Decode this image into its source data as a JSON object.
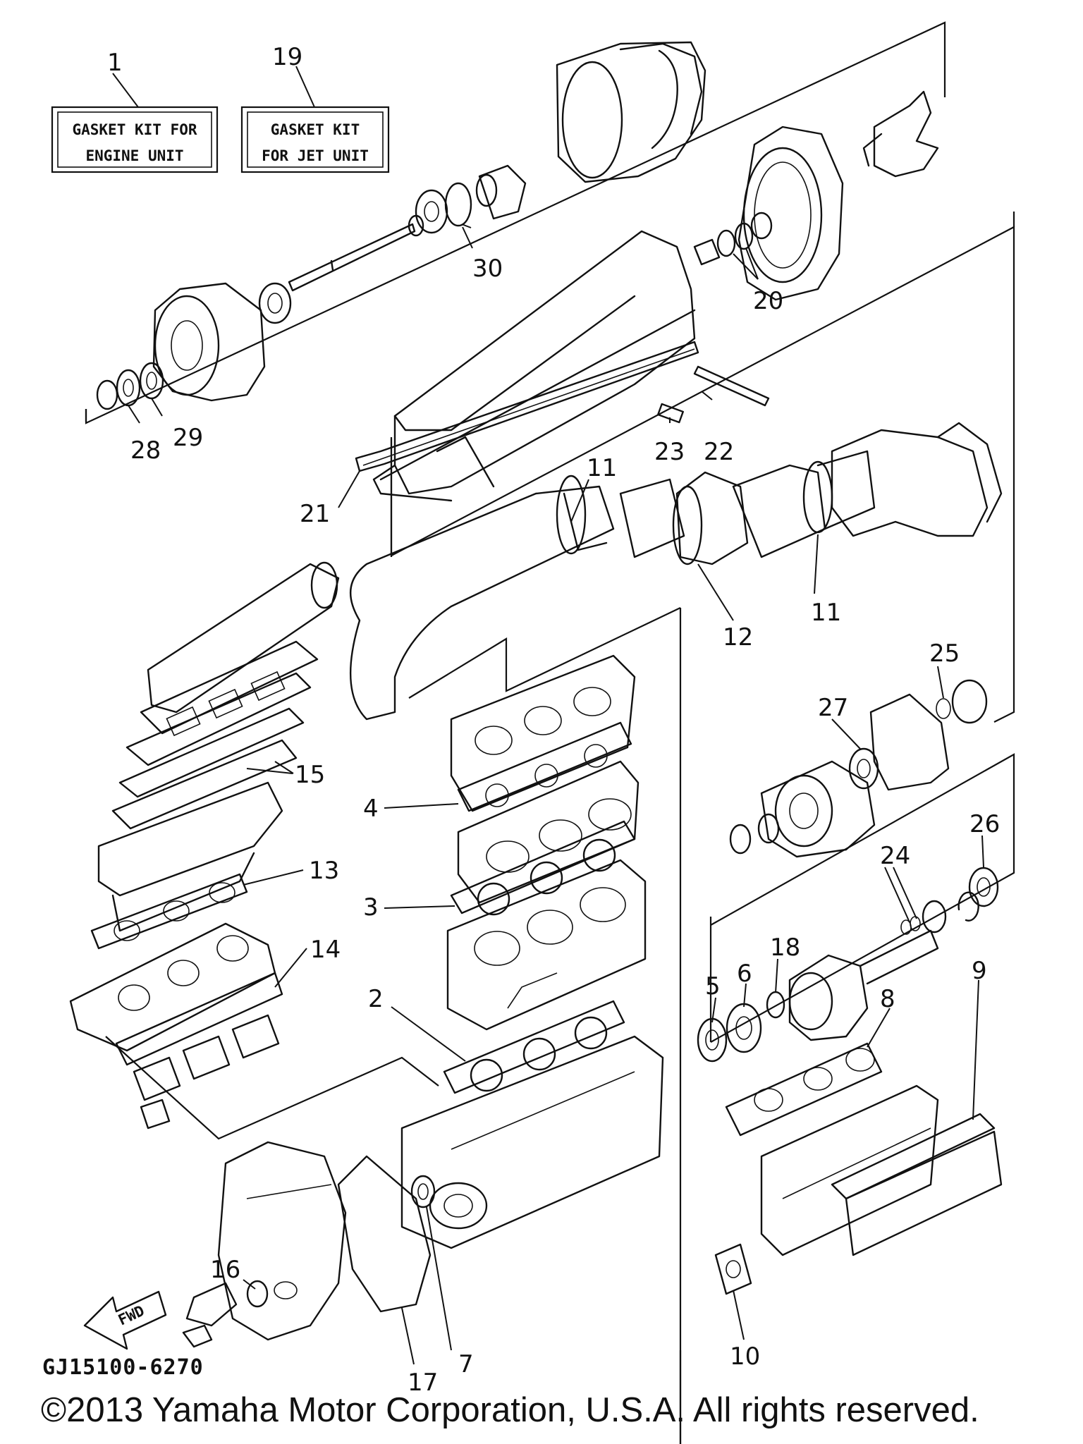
{
  "kits": [
    {
      "number": "1",
      "line1": "GASKET KIT FOR",
      "line2": "ENGINE UNIT"
    },
    {
      "number": "19",
      "line1": "GASKET KIT",
      "line2": "FOR JET UNIT"
    }
  ],
  "callouts": [
    "2",
    "3",
    "4",
    "5",
    "6",
    "7",
    "8",
    "9",
    "10",
    "11",
    "11",
    "12",
    "13",
    "14",
    "15",
    "16",
    "17",
    "18",
    "20",
    "21",
    "22",
    "23",
    "24",
    "25",
    "26",
    "27",
    "28",
    "29",
    "30"
  ],
  "fwd_label": "FWD",
  "catalog_code": "GJ15100-6270",
  "copyright": "©2013 Yamaha Motor Corporation, U.S.A. All rights reserved."
}
